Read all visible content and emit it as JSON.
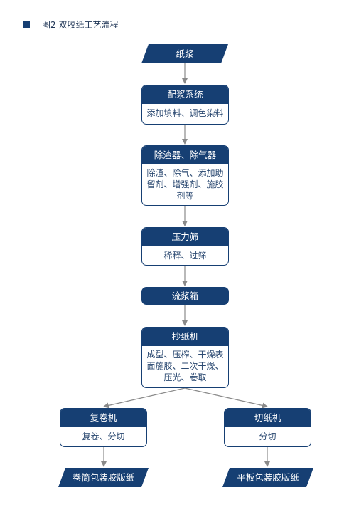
{
  "caption": "图2  双胶纸工艺流程",
  "start": "纸浆",
  "steps": [
    {
      "title": "配浆系统",
      "detail": "添加填料、调色染料"
    },
    {
      "title": "除渣器、除气器",
      "detail": "除渣、除气、添加助留剂、增强剂、施胶剂等"
    },
    {
      "title": "压力筛",
      "detail": "稀释、过筛"
    },
    {
      "title": "流浆箱",
      "detail": ""
    },
    {
      "title": "抄纸机",
      "detail": "成型、压榨、干燥表面施胶、二次干燥、压光、卷取"
    }
  ],
  "branches": [
    {
      "title": "复卷机",
      "detail": "复卷、分切",
      "output": "卷筒包装胶版纸"
    },
    {
      "title": "切纸机",
      "detail": "分切",
      "output": "平板包装胶版纸"
    }
  ],
  "colors": {
    "primary": "#163f73",
    "arrow": "#8a8a8a",
    "text": "#2c4a72"
  }
}
